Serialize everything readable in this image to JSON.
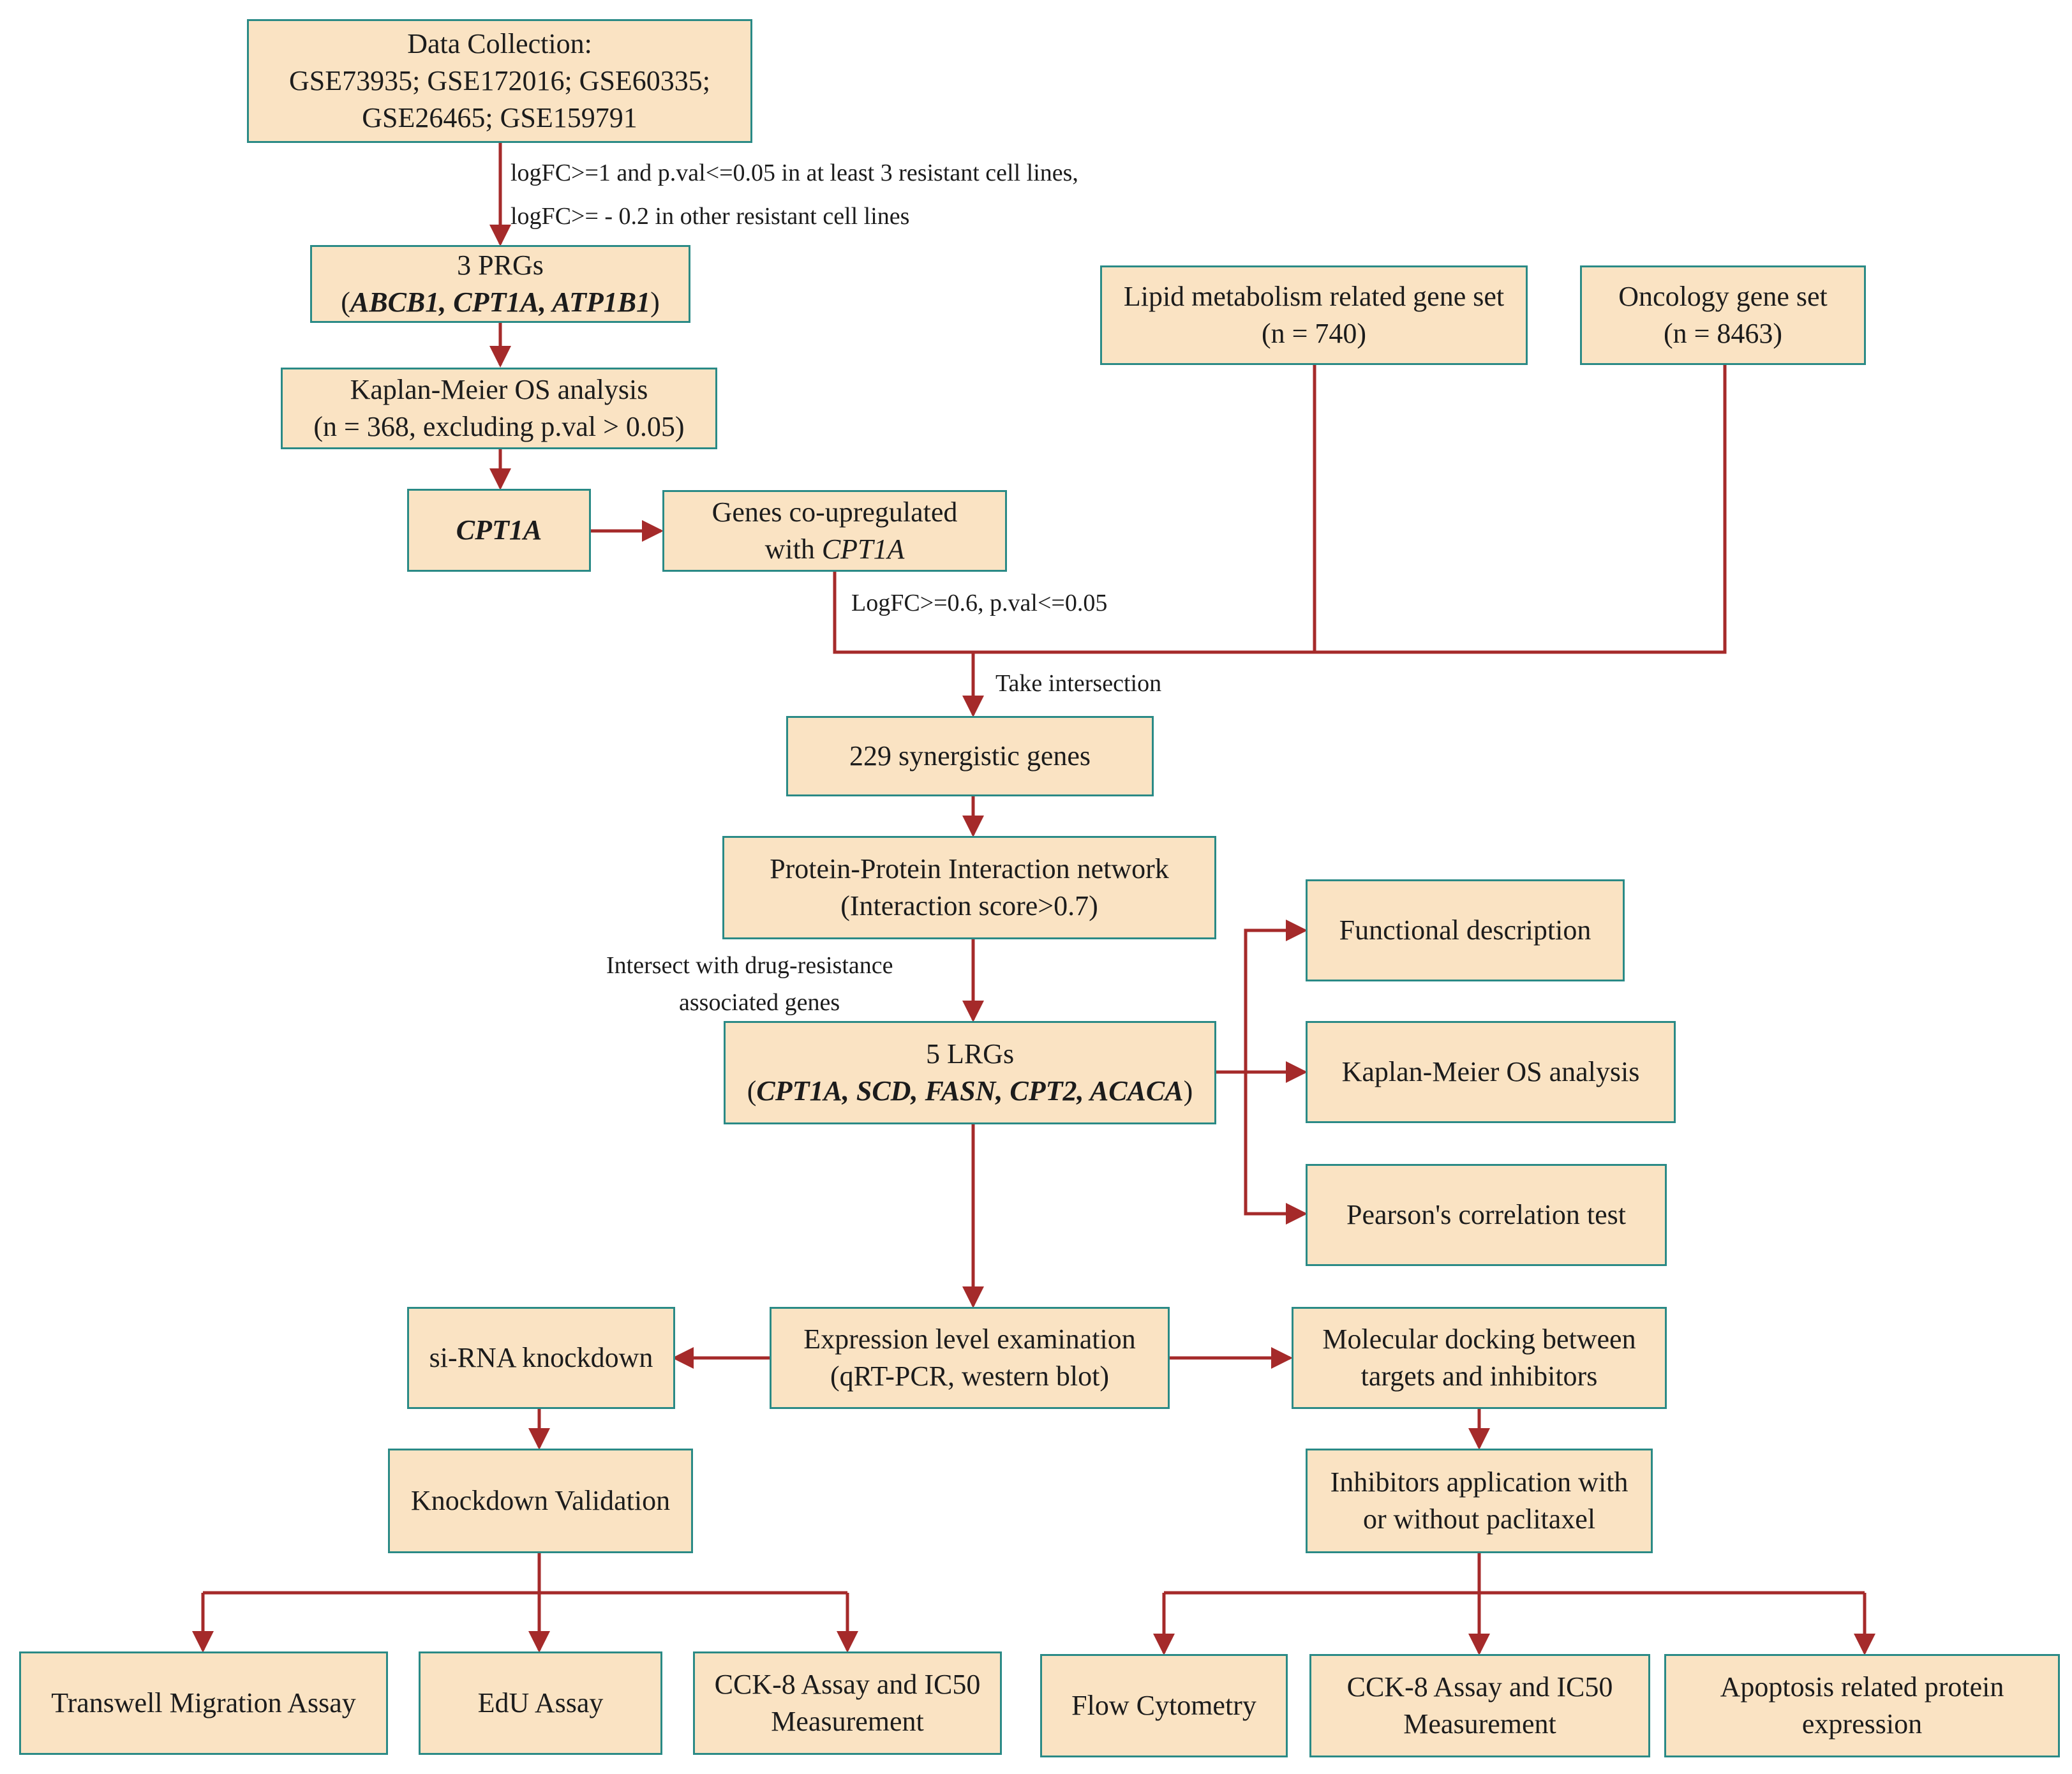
{
  "nodes": {
    "data_collection": {
      "line1": "Data Collection:",
      "line2": "GSE73935; GSE172016; GSE60335;",
      "line3": "GSE26465; GSE159791"
    },
    "prgs": {
      "line1": "3 PRGs",
      "open": "(",
      "g1": "ABCB1",
      "sep1": ", ",
      "g2": "CPT1A",
      "sep2": ", ",
      "g3": "ATP1B1",
      "close": ")"
    },
    "km_top": {
      "line1": "Kaplan-Meier OS analysis",
      "line2": "(n = 368, excluding p.val > 0.05)"
    },
    "cpt1a": {
      "label": "CPT1A"
    },
    "co_up": {
      "line1": "Genes co-upregulated",
      "pre": "with ",
      "gene": "CPT1A"
    },
    "lipid": {
      "line1": "Lipid metabolism related gene set",
      "line2": "(n = 740)"
    },
    "oncology": {
      "line1": "Oncology gene set",
      "line2": "(n = 8463)"
    },
    "synergistic": {
      "label": "229 synergistic genes"
    },
    "ppi": {
      "line1": "Protein-Protein Interaction network",
      "line2": "(Interaction score>0.7)"
    },
    "lrgs": {
      "line1": "5 LRGs",
      "open": "(",
      "g1": "CPT1A",
      "sep1": ", ",
      "g2": "SCD",
      "sep2": ", ",
      "g3": "FASN",
      "sep3": ", ",
      "g4": "CPT2",
      "sep4": ", ",
      "g5": "ACACA",
      "close": ")"
    },
    "functional": {
      "label": "Functional description"
    },
    "km_mid": {
      "label": "Kaplan-Meier OS analysis"
    },
    "pearson": {
      "label": "Pearson's correlation test"
    },
    "expression": {
      "line1": "Expression level examination",
      "line2": "(qRT-PCR, western blot)"
    },
    "sirna": {
      "label": "si-RNA knockdown"
    },
    "docking": {
      "line1": "Molecular docking between",
      "line2": "targets and inhibitors"
    },
    "knockdown_val": {
      "label": "Knockdown Validation"
    },
    "inhibitors": {
      "line1": "Inhibitors application with",
      "line2": "or without paclitaxel"
    },
    "transwell": {
      "label": "Transwell Migration Assay"
    },
    "edu": {
      "label": "EdU Assay"
    },
    "cck8_left": {
      "line1": "CCK-8 Assay and IC50",
      "line2": "Measurement"
    },
    "flow": {
      "label": "Flow Cytometry"
    },
    "cck8_right": {
      "line1": "CCK-8 Assay and IC50",
      "line2": "Measurement"
    },
    "apoptosis": {
      "line1": "Apoptosis related protein",
      "line2": "expression"
    }
  },
  "labels": {
    "criteria1": "logFC>=1 and p.val<=0.05 in at least 3 resistant cell lines,",
    "criteria2": "logFC>=  - 0.2 in other resistant cell lines",
    "logfc": "LogFC>=0.6, p.val<=0.05",
    "intersection": "Take intersection",
    "drug1": "Intersect with drug-resistance",
    "drug2": "associated genes"
  },
  "colors": {
    "box_fill": "#fae3c3",
    "box_border": "#2a8a86",
    "arrow": "#a52a2a",
    "text": "#1c1c1c"
  }
}
